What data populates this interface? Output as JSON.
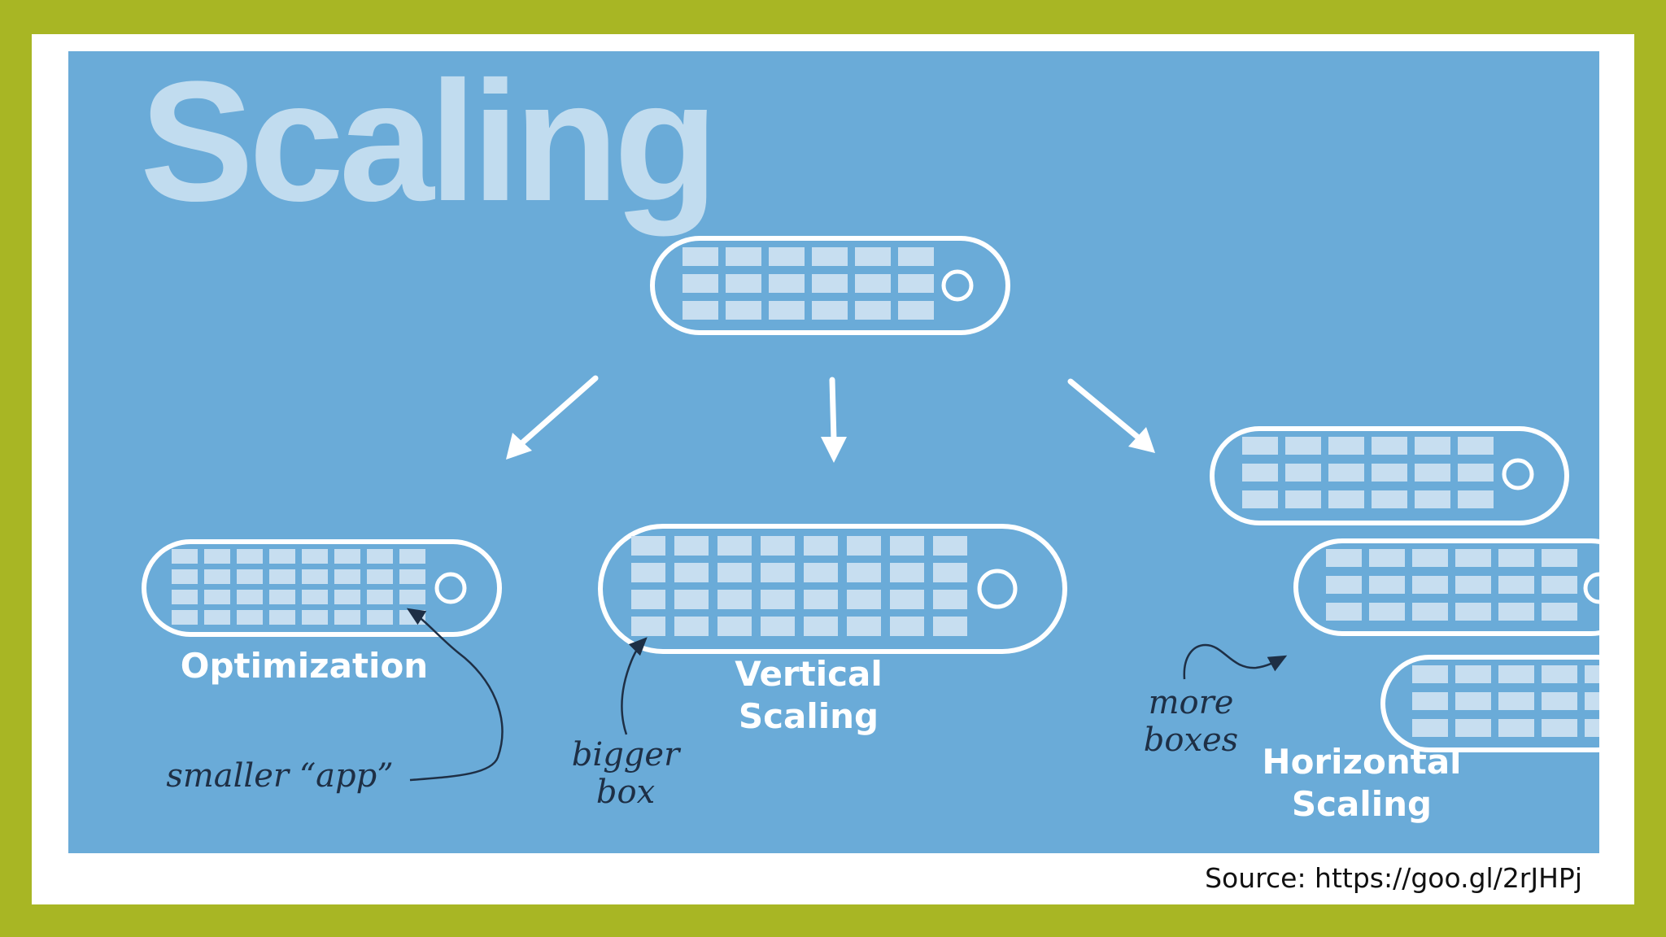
{
  "title": "Scaling",
  "labels": {
    "optimization": "Optimization",
    "vertical_line1": "Vertical",
    "vertical_line2": "Scaling",
    "horizontal_line1": "Horizontal",
    "horizontal_line2": "Scaling"
  },
  "notes": {
    "smaller_app": "smaller “app”",
    "bigger_line1": "bigger",
    "bigger_line2": "box",
    "more_line1": "more",
    "more_line2": "boxes"
  },
  "source": "Source: https://goo.gl/2rJHPj",
  "colors": {
    "frame": "#a8b624",
    "panel": "#6aabd8",
    "title": "#c1dcef",
    "box_outline": "#ffffff",
    "cell": "#c7def0"
  }
}
